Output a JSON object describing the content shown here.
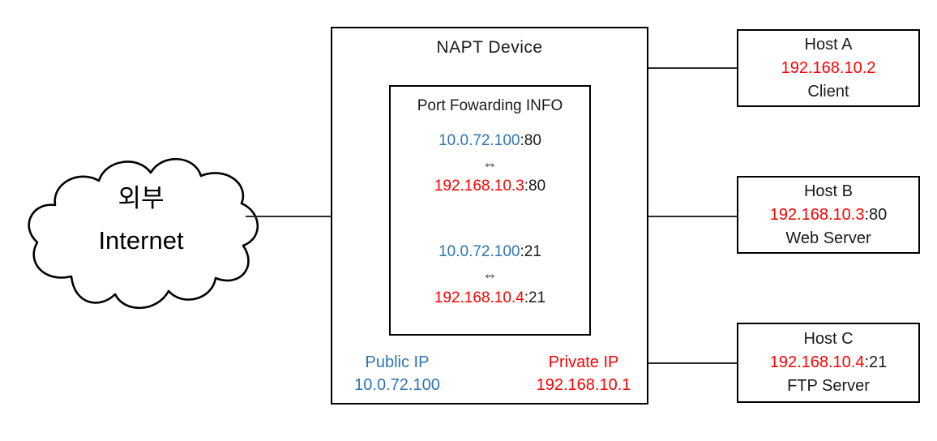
{
  "cloud": {
    "line1": "외부",
    "line2": "Internet"
  },
  "napt": {
    "title": "NAPT Device",
    "port_forwarding": {
      "title": "Port Fowarding INFO",
      "mappings": [
        {
          "public_ip": "10.0.72.100",
          "public_port": ":80",
          "arrow": "⇔",
          "private_ip": "192.168.10.3",
          "private_port": ":80"
        },
        {
          "public_ip": "10.0.72.100",
          "public_port": ":21",
          "arrow": "⇔",
          "private_ip": "192.168.10.4",
          "private_port": ":21"
        }
      ]
    },
    "public_ip_label": "Public IP",
    "public_ip_value": "10.0.72.100",
    "private_ip_label": "Private IP",
    "private_ip_value": "192.168.10.1"
  },
  "hosts": [
    {
      "name": "Host A",
      "ip": "192.168.10.2",
      "port": "",
      "role": "Client"
    },
    {
      "name": "Host B",
      "ip": "192.168.10.3",
      "port": ":80",
      "role": "Web Server"
    },
    {
      "name": "Host C",
      "ip": "192.168.10.4",
      "port": ":21",
      "role": "FTP Server"
    }
  ],
  "colors": {
    "public_blue": "#2E74B5",
    "private_red": "#FF0000",
    "line_black": "#000000"
  }
}
